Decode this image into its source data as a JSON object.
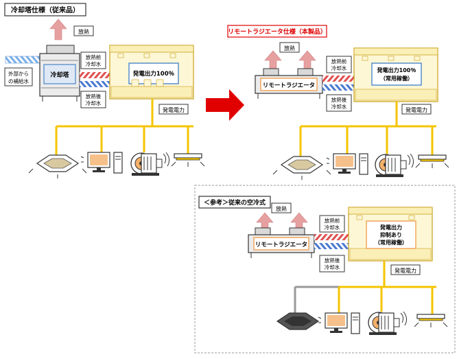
{
  "colors": {
    "feed_line": "#f5c400",
    "feed_line_grey": "#999999",
    "genset_fill": "#fdf7d6",
    "genset_border": "#c8a018",
    "label_border": "#4a86c8",
    "accent_red": "#e00000",
    "orange_border": "#f0a050",
    "exhaust_arrow": "#e6a0a0",
    "hot_stripe": "#e05050",
    "cold_stripe": "#4a7ad0"
  },
  "panel1": {
    "title": "冷却塔仕様（従来品）",
    "exhaust": "放熱",
    "cooler": "冷却塔",
    "makeup_line1": "外部から",
    "makeup_line2": "の補給水",
    "before_line1": "放熱前",
    "before_line2": "冷却水",
    "after_line1": "放熱後",
    "after_line2": "冷却水",
    "genset_line1": "発電出力100％",
    "power": "発電電力"
  },
  "panel2": {
    "title": "リモートラジエータ仕様（本製品）",
    "exhaust": "放熱",
    "cooler": "リモートラジエータ",
    "before_line1": "放熱前",
    "before_line2": "冷却水",
    "after_line1": "放熱後",
    "after_line2": "冷却水",
    "genset_line1": "発電出力100％",
    "genset_line2": "（常用稼働）",
    "power": "発電電力"
  },
  "panel3": {
    "title": "＜参考＞従来の空冷式",
    "exhaust": "放熱",
    "cooler": "リモートラジエータ",
    "before_line1": "放熱前",
    "before_line2": "冷却水",
    "after_line1": "放熱後",
    "after_line2": "冷却水",
    "genset_line1": "発電出力",
    "genset_line2": "抑制あり",
    "genset_line3": "（常用稼働）",
    "power": "発電電力"
  },
  "icons": {
    "flow_arrow": "red-right-arrow-icon",
    "ac": "ceiling-ac-icon",
    "pc": "pc-icon",
    "motor": "motor-icon",
    "light": "ceiling-light-icon"
  }
}
